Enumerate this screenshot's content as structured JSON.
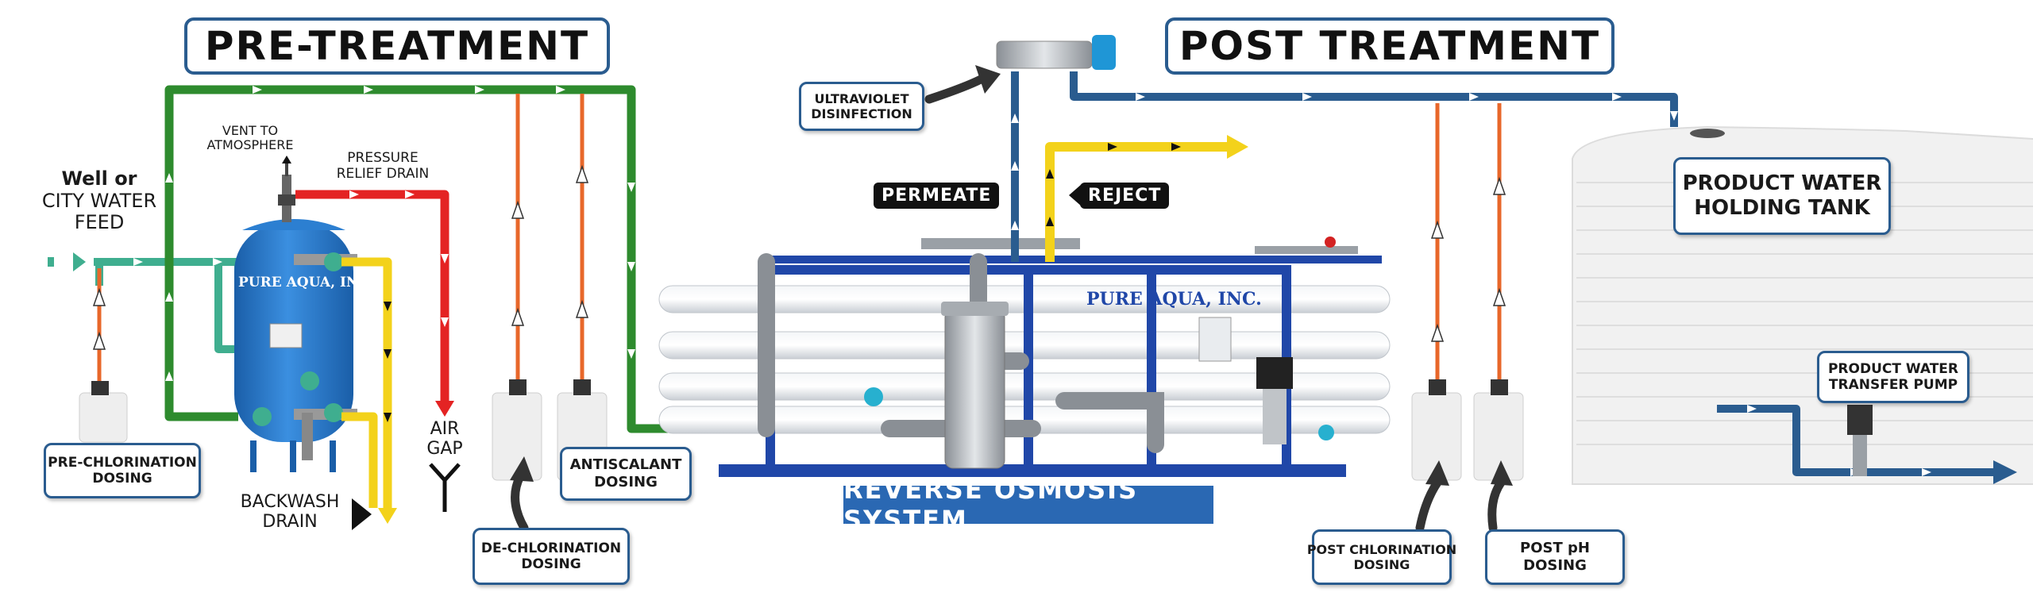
{
  "titles": {
    "pre_treatment": "PRE-TREATMENT",
    "post_treatment": "POST TREATMENT"
  },
  "labels": {
    "feed_line1": "Well or",
    "feed_line2": "CITY WATER",
    "feed_line3": "FEED",
    "vent_line1": "VENT TO",
    "vent_line2": "ATMOSPHERE",
    "relief_line1": "PRESSURE",
    "relief_line2": "RELIEF DRAIN",
    "air_gap_line1": "AIR",
    "air_gap_line2": "GAP",
    "backwash_line1": "BACKWASH",
    "backwash_line2": "DRAIN",
    "permeate": "PERMEATE",
    "reject": "REJECT",
    "ro_system": "REVERSE OSMOSIS SYSTEM",
    "brand_tank": "PURE AQUA, INC.",
    "brand_ro": "PURE AQUA, INC."
  },
  "boxes": {
    "uv_line1": "ULTRAVIOLET",
    "uv_line2": "DISINFECTION",
    "prechlor_line1": "PRE-CHLORINATION",
    "prechlor_line2": "DOSING",
    "dechlor_line1": "DE-CHLORINATION",
    "dechlor_line2": "DOSING",
    "antiscalant_line1": "ANTISCALANT",
    "antiscalant_line2": "DOSING",
    "postchlor_line1": "POST CHLORINATION",
    "postchlor_line2": "DOSING",
    "postph_line1": "POST pH",
    "postph_line2": "DOSING",
    "holding_line1": "PRODUCT WATER",
    "holding_line2": "HOLDING TANK",
    "transfer_line1": "PRODUCT WATER",
    "transfer_line2": "TRANSFER PUMP"
  },
  "colors": {
    "feed_line": "#3fae8f",
    "pretreat_line": "#2e8b2e",
    "drain_line": "#e42323",
    "backwash_line": "#f3d21b",
    "dosing_line": "#e8672a",
    "product_line": "#2a5c8f",
    "ro_frame": "#2047a8",
    "tank_blue": "#2c7fd1"
  }
}
